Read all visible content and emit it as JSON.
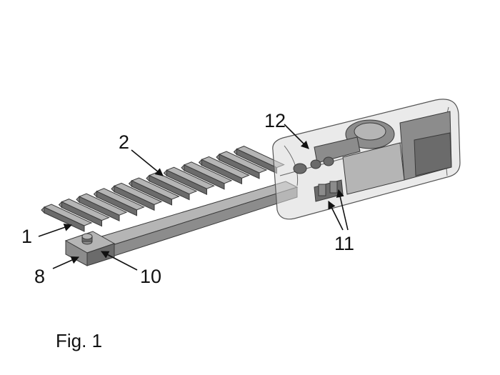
{
  "figure": {
    "caption": "Fig. 1",
    "callouts": {
      "label_1": "1",
      "label_2": "2",
      "label_8": "8",
      "label_10": "10",
      "label_11": "11",
      "label_12": "12"
    },
    "teeth_count": 12,
    "colors": {
      "ink": "#111111",
      "metal_dark": "#6b6b6b",
      "metal_mid": "#8c8c8c",
      "metal_light": "#b5b5b5",
      "housing": "#d9d9d9"
    }
  }
}
